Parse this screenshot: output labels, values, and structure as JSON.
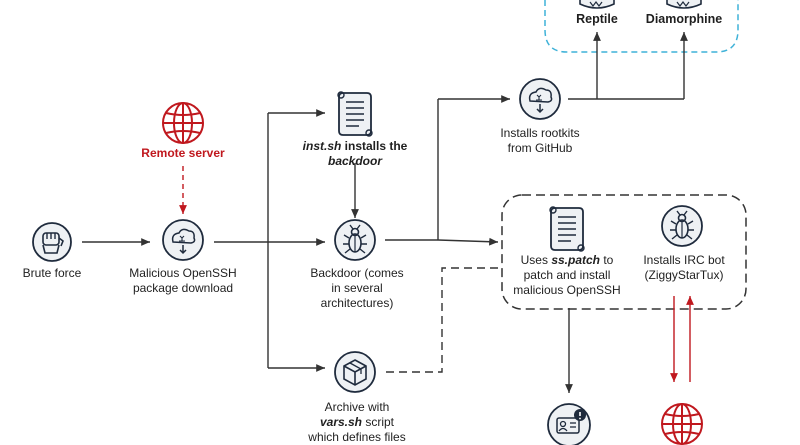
{
  "nodes": {
    "brute_force": {
      "label": "Brute force",
      "icon": "fist-icon"
    },
    "remote_server_top": {
      "label": "Remote server",
      "icon": "globe-icon"
    },
    "malicious_package": {
      "line1": "Malicious OpenSSH",
      "line2": "package download",
      "icon": "cloud-download-icon"
    },
    "inst_sh": {
      "line1_it": "inst.sh",
      "line1_rest": " installs the",
      "line2_it": "backdoor",
      "icon": "script-icon"
    },
    "backdoor": {
      "line1": "Backdoor (comes",
      "line2": "in several",
      "line3": "architectures)",
      "icon": "bug-icon"
    },
    "archive": {
      "line1": "Archive with",
      "line2_it": "vars.sh",
      "line2_rest": " script",
      "line3": "which defines files",
      "icon": "box-icon"
    },
    "rootkits": {
      "line1": "Installs rootkits",
      "line2": "from GitHub",
      "icon": "cloud-download-icon"
    },
    "reptile": {
      "label": "Reptile"
    },
    "diamorphine": {
      "label": "Diamorphine"
    },
    "ss_patch": {
      "line1_pre": "Uses ",
      "line1_it": "ss.patch",
      "line1_post": " to",
      "line2": "patch and install",
      "line3": "malicious OpenSSH",
      "icon": "script-icon"
    },
    "irc_bot": {
      "line1": "Installs IRC bot",
      "line2": "(ZiggyStarTux)",
      "icon": "bug-icon"
    },
    "id_card": {
      "icon": "id-card-alert-icon"
    },
    "remote_server_bottom": {
      "icon": "globe-icon"
    }
  },
  "colors": {
    "line": "#333333",
    "icon_stroke": "#1f2b3d",
    "icon_fill": "#eef1f4",
    "accent_red": "#c0181e",
    "rootkit_group_border": "#3fb2d8",
    "patch_group_border": "#333333"
  }
}
